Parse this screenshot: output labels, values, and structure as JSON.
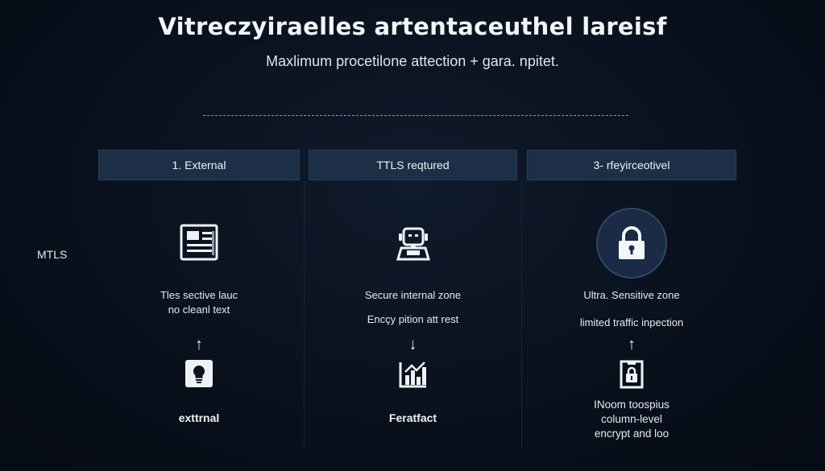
{
  "header": {
    "title": "Vitreczyiraelles artentaceuthel lareisf",
    "subtitle": "Maxlimum procetilone attection + gara. npitet."
  },
  "side_label": "MTLS",
  "columns": [
    {
      "header": "1. External",
      "top_icon": "document-icon",
      "text_lines": [
        "Tles sective lauc",
        "no cleanl text"
      ],
      "arrow": "↑",
      "bottom_icon": "lightbulb-icon",
      "bottom_label": "exttrnal"
    },
    {
      "header": "TTLS reqtured",
      "top_icon": "robot-icon",
      "text_lines": [
        "Secure internal zone",
        "Encçy pition att rest"
      ],
      "arrow": "↓",
      "bottom_icon": "chart-icon",
      "bottom_label": "Feratfact"
    },
    {
      "header": "3- rfeyirceotivel",
      "top_icon": "lock-icon",
      "text_lines": [
        "Ultra. Sensitive zone",
        "limited traffic inpection"
      ],
      "arrow": "↑",
      "bottom_icon": "secure-file-icon",
      "bottom_label_lines": [
        "INoom toospius",
        "column-level",
        "encrypt and loo"
      ]
    }
  ],
  "colors": {
    "background": "#09111d",
    "header_fill": "#1d2e47",
    "lock_circle": "#1b2b45",
    "text": "#e6ebf1"
  }
}
